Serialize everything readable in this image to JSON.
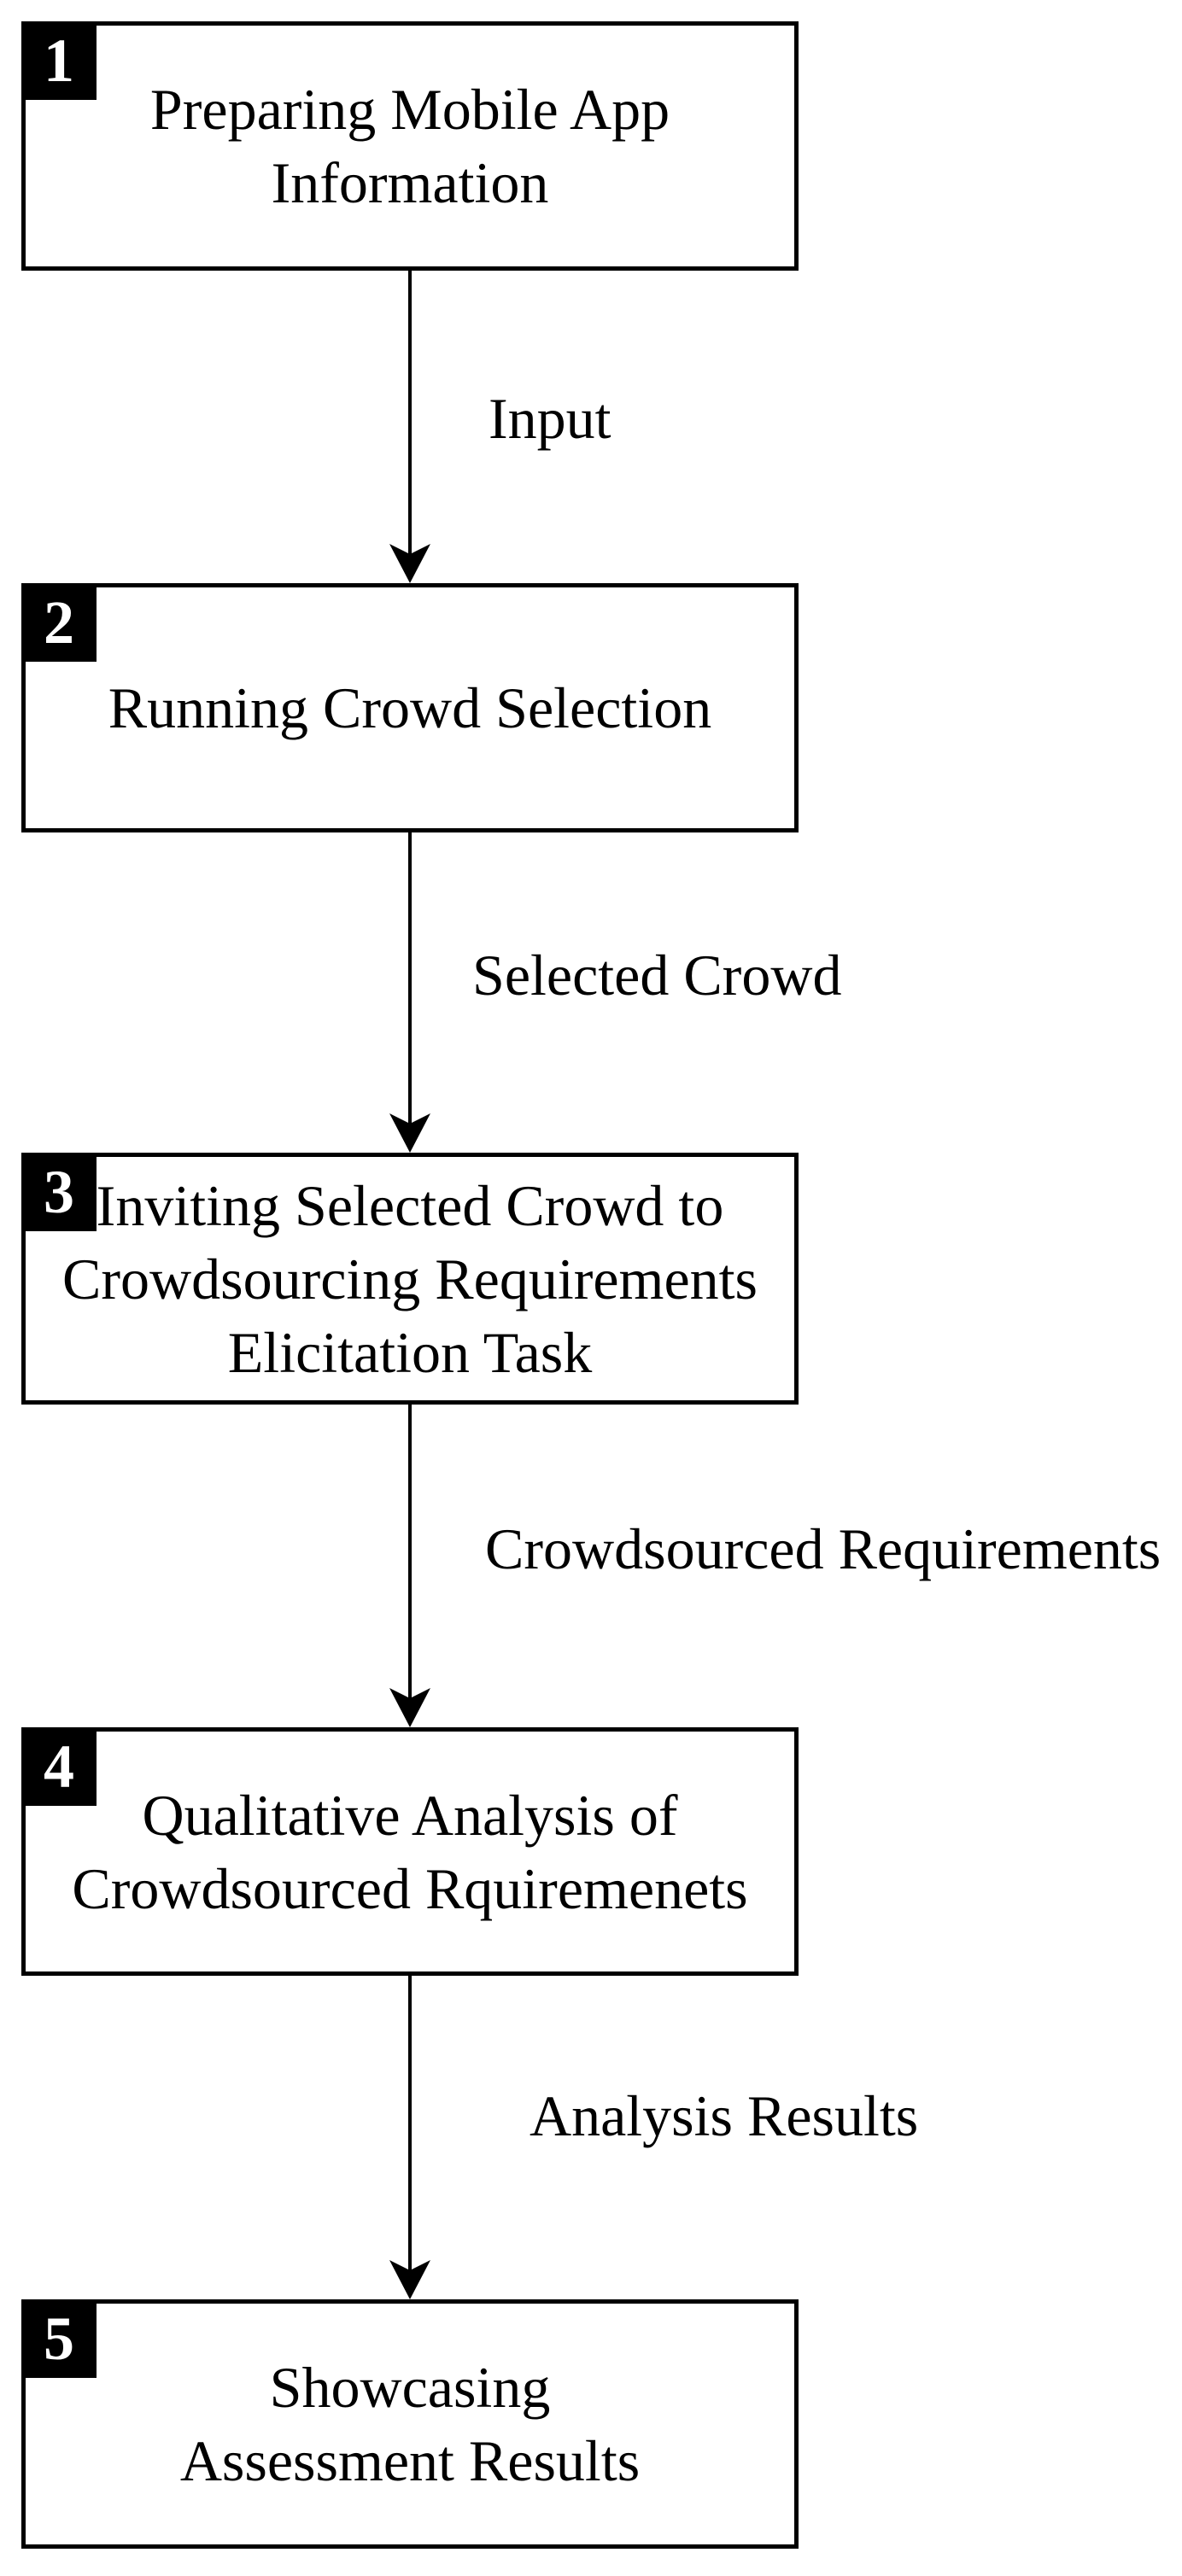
{
  "colors": {
    "background": "#ffffff",
    "box_border": "#000000",
    "badge_background": "#000000",
    "badge_text": "#ffffff",
    "text": "#000000"
  },
  "steps": [
    {
      "number": "1",
      "lines": [
        "Preparing Mobile App",
        "Information"
      ]
    },
    {
      "number": "2",
      "lines": [
        "Running Crowd Selection"
      ]
    },
    {
      "number": "3",
      "lines": [
        "Inviting Selected Crowd to",
        "Crowdsourcing Requirements",
        "Elicitation Task"
      ]
    },
    {
      "number": "4",
      "lines": [
        "Qualitative Analysis of",
        "Crowdsourced Rquiremenets"
      ]
    },
    {
      "number": "5",
      "lines": [
        "Showcasing",
        "Assessment Results"
      ]
    }
  ],
  "arrows": [
    {
      "label": "Input"
    },
    {
      "label": "Selected Crowd"
    },
    {
      "label": "Crowdsourced Requirements"
    },
    {
      "label": "Analysis Results"
    }
  ]
}
